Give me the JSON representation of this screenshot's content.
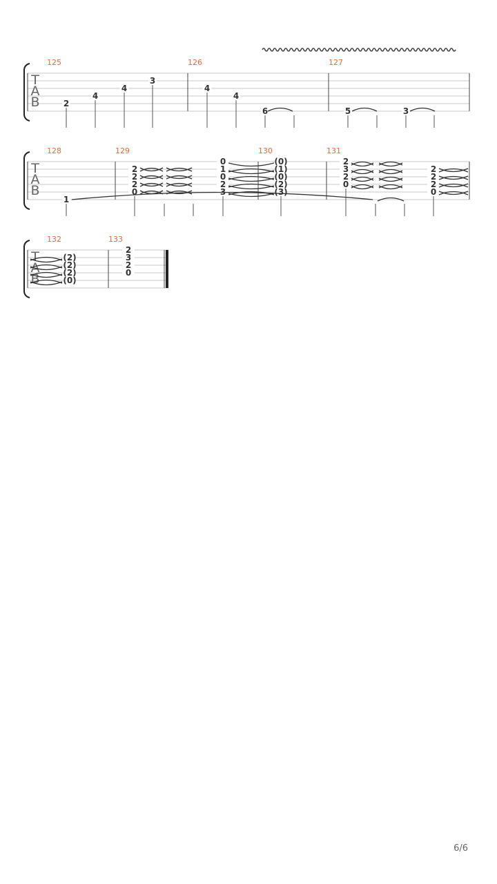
{
  "tab_letters": [
    "T",
    "A",
    "B"
  ],
  "systems": [
    {
      "measures": [
        {
          "number": "125",
          "notes": [
            {
              "string": 5,
              "fret": "2"
            },
            {
              "string": 4,
              "fret": "4"
            },
            {
              "string": 3,
              "fret": "4"
            },
            {
              "string": 2,
              "fret": "3"
            }
          ]
        },
        {
          "number": "126",
          "notes": [
            {
              "string": 3,
              "fret": "4"
            },
            {
              "string": 4,
              "fret": "4"
            },
            {
              "string": 6,
              "fret": "6"
            },
            {
              "string": null,
              "fret": ""
            }
          ]
        },
        {
          "number": "127",
          "notes": [
            {
              "string": 6,
              "fret": "5"
            },
            {
              "string": null,
              "fret": ""
            },
            {
              "string": 6,
              "fret": "3"
            },
            {
              "string": null,
              "fret": ""
            }
          ]
        }
      ],
      "vibrato": true
    },
    {
      "measures": [
        {
          "number": "128",
          "notes": [
            {
              "string": 6,
              "fret": "1"
            }
          ]
        },
        {
          "number": "129",
          "chords": [
            {
              "frets": [
                "",
                "2",
                "2",
                "2",
                "0",
                ""
              ]
            },
            {
              "frets": [
                "",
                "",
                "",
                "",
                "",
                ""
              ]
            },
            {
              "frets": [
                "",
                "",
                "",
                "",
                "",
                ""
              ]
            },
            {
              "frets": [
                "0",
                "1",
                "0",
                "2",
                "3",
                ""
              ]
            }
          ]
        },
        {
          "number": "130",
          "chords": [
            {
              "frets": [
                "(0)",
                "(1)",
                "(0)",
                "(2)",
                "(3)",
                ""
              ]
            }
          ]
        },
        {
          "number": "131",
          "chords": [
            {
              "frets": [
                "2",
                "3",
                "2",
                "0",
                "",
                ""
              ]
            },
            {
              "frets": [
                "",
                "",
                "",
                "",
                "",
                ""
              ]
            },
            {
              "frets": [
                "",
                "",
                "",
                "",
                "",
                ""
              ]
            },
            {
              "frets": [
                "",
                "2",
                "2",
                "2",
                "0",
                ""
              ]
            }
          ]
        }
      ]
    },
    {
      "measures": [
        {
          "number": "132",
          "chords": [
            {
              "frets": [
                "",
                "(2)",
                "(2)",
                "(2)",
                "(0)",
                ""
              ]
            }
          ]
        },
        {
          "number": "133",
          "chords": [
            {
              "frets": [
                "2",
                "3",
                "2",
                "0",
                "",
                ""
              ]
            }
          ]
        }
      ]
    }
  ],
  "page_number": "6/6"
}
